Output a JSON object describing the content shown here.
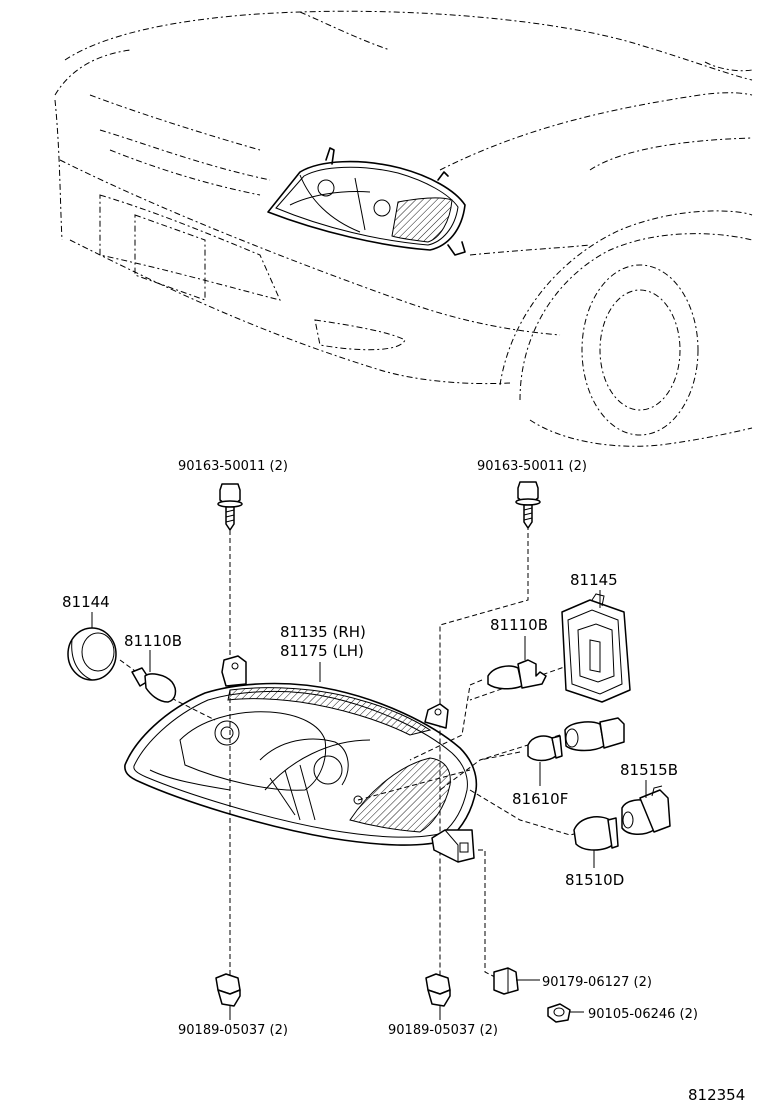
{
  "labels": {
    "bolt_left": "90163-50011 (2)",
    "bolt_right": "90163-50011 (2)",
    "ring": "81144",
    "bulb_left": "81110B",
    "headlamp_rh": "81135 (RH)",
    "headlamp_lh": "81175 (LH)",
    "bulb_right": "81110B",
    "cover": "81145",
    "socket": "81515B",
    "bulb_small": "81610F",
    "bulb_turn": "81510D",
    "nut_left": "90189-05037 (2)",
    "nut_mid": "90189-05037 (2)",
    "clip": "90179-06127 (2)",
    "screw": "90105-06246 (2)",
    "diagram_number": "812354"
  },
  "colors": {
    "ink": "#000000",
    "paper": "#ffffff"
  }
}
